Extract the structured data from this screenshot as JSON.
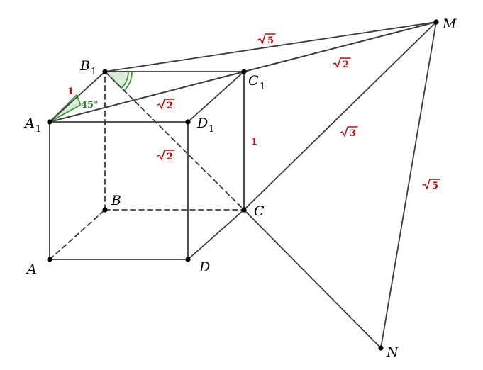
{
  "points": {
    "A": "A",
    "B": "B",
    "C": "C",
    "D": "D",
    "A1": "A",
    "B1": "B",
    "C1": "C",
    "D1": "D",
    "sub1": "1",
    "M": "M",
    "N": "N"
  },
  "measures": {
    "A1B1": "1",
    "CC1": "1",
    "B1M": "5",
    "C1M": "2",
    "A1C1": "2",
    "B1C": "2",
    "CM": "3",
    "MN": "5"
  },
  "angle": {
    "B1A1C1": "45°"
  },
  "colors": {
    "edges": "#3c3c3c",
    "measure_labels": "#d40000",
    "angle_marks": "#3a9a3a"
  }
}
